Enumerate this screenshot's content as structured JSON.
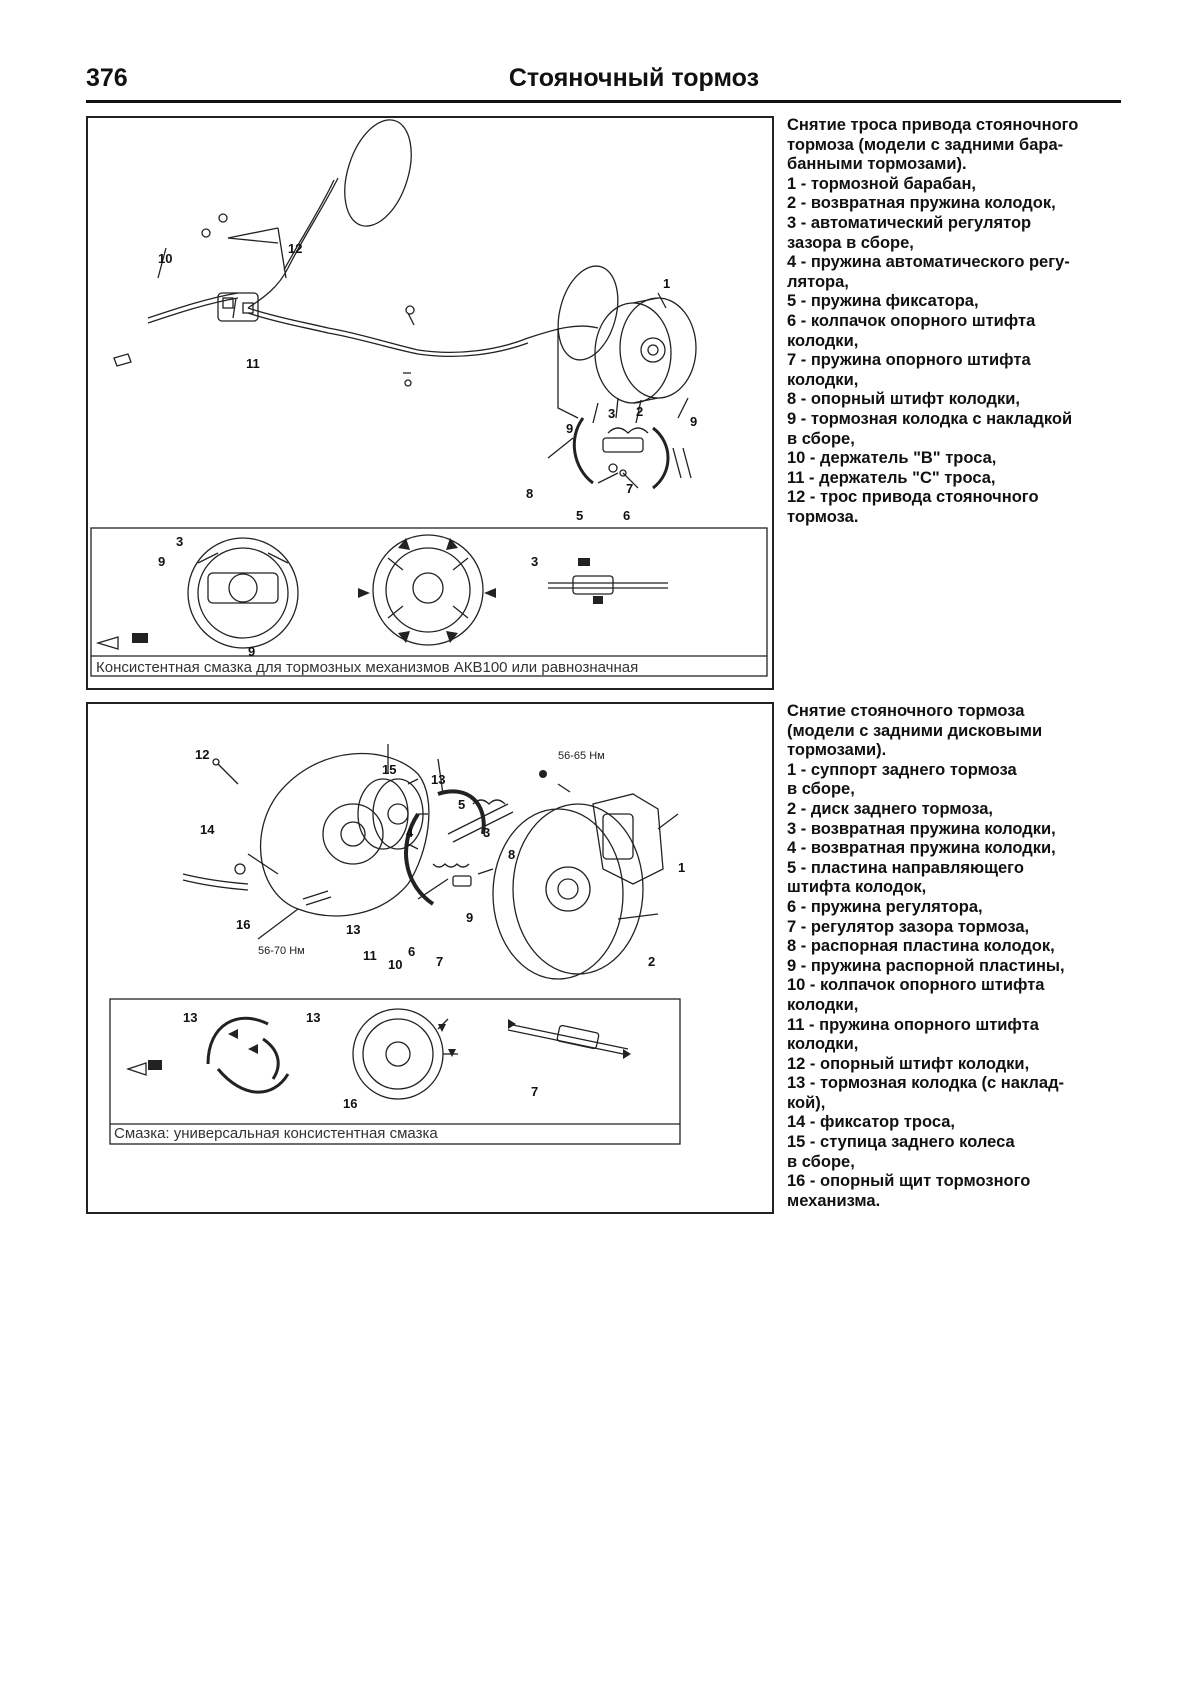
{
  "header": {
    "page_number": "376",
    "title": "Стояночный тормоз"
  },
  "figure1": {
    "caption": "Консистентная смазка для тормозных механизмов АКВ100 или равнозначная",
    "callouts": [
      "10",
      "12",
      "11",
      "1",
      "9",
      "3",
      "2",
      "9",
      "8",
      "7",
      "5",
      "6",
      "3",
      "9",
      "9",
      "3"
    ]
  },
  "legend1": {
    "lines": [
      "Снятие троса привода стояночного",
      "тормоза (модели с задними бара-",
      "банными тормозами).",
      "1 - тормозной барабан,",
      "2 - возвратная пружина колодок,",
      "3 - автоматический регулятор",
      "зазора в сборе,",
      "4 - пружина автоматического регу-",
      "лятора,",
      "5 - пружина фиксатора,",
      "6 - колпачок опорного штифта",
      "колодки,",
      "7 - пружина опорного штифта",
      "колодки,",
      "8 - опорный штифт колодки,",
      "9 - тормозная колодка с накладкой",
      "в сборе,",
      "10 - держатель \"В\" троса,",
      "11 - держатель \"С\" троса,",
      "12 - трос привода стояночного",
      "тормоза."
    ]
  },
  "figure2": {
    "caption": "Смазка: универсальная консистентная смазка",
    "torque1": "56-70 Нм",
    "torque2": "56-65 Нм",
    "callouts": [
      "12",
      "15",
      "13",
      "5",
      "14",
      "4",
      "3",
      "8",
      "1",
      "16",
      "13",
      "9",
      "11",
      "10",
      "6",
      "7",
      "2",
      "13",
      "13",
      "16",
      "7"
    ]
  },
  "legend2": {
    "lines": [
      "Снятие стояночного тормоза",
      "(модели с задними дисковыми",
      "тормозами).",
      "1 - суппорт заднего тормоза",
      "в сборе,",
      "2 - диск заднего тормоза,",
      "3 - возвратная пружина колодки,",
      "4 - возвратная пружина колодки,",
      "5 - пластина направляющего",
      "штифта колодок,",
      "6 - пружина регулятора,",
      "7 - регулятор зазора тормоза,",
      "8 - распорная пластина колодок,",
      "9 - пружина распорной пластины,",
      "10 - колпачок опорного штифта",
      "колодки,",
      "11 - пружина опорного штифта",
      "колодки,",
      "12 - опорный штифт колодки,",
      "13 - тормозная колодка (с наклад-",
      "кой),",
      "14 - фиксатор троса,",
      "15 - ступица заднего колеса",
      "в сборе,",
      "16 - опорный щит тормозного",
      "механизма."
    ]
  }
}
